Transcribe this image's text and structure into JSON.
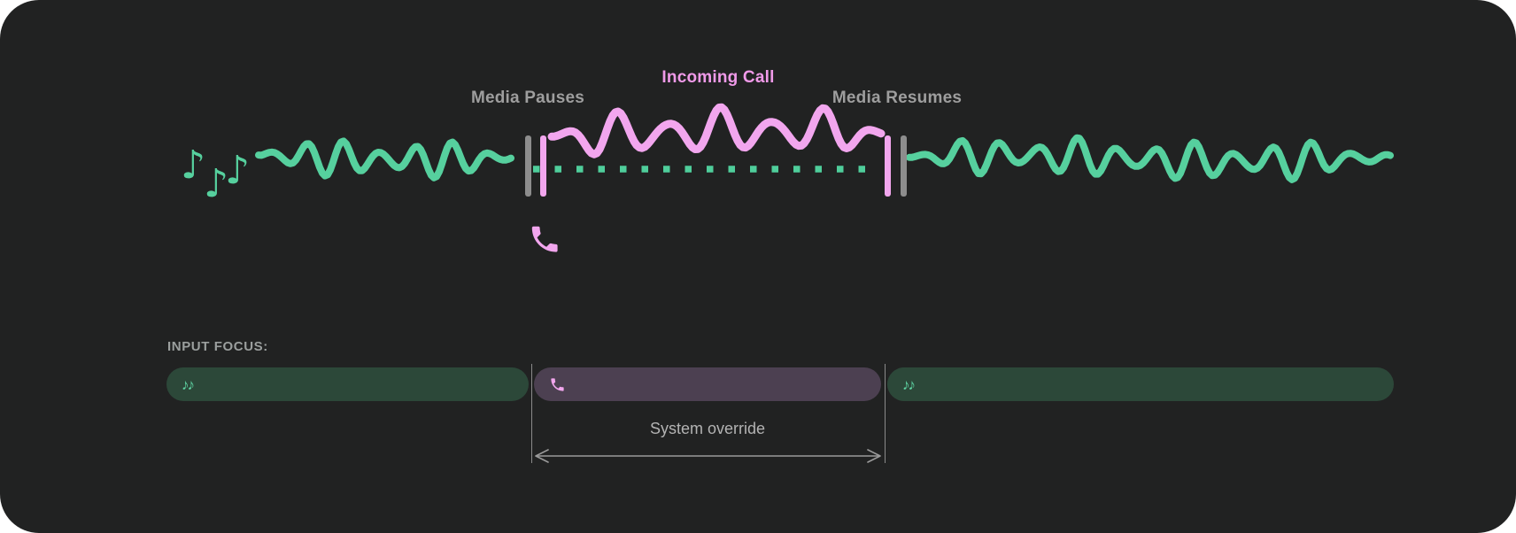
{
  "figure": {
    "description_domain": "audio-focus-timeline-diagram",
    "colors": {
      "panel_background": "#212222",
      "media_green": "#56d09e",
      "media_green_pill": "#2c4839",
      "call_pink": "#f2a6ee",
      "call_pink_pill": "#4c4051",
      "incoming_call_text": "#f09ae9",
      "label_gray": "#9e9e9e",
      "pause_bar_gray": "#8d8d8d",
      "annotation_gray": "#b3b3b3"
    }
  },
  "timeline": {
    "media_pauses_label": "Media Pauses",
    "incoming_call_label": "Incoming Call",
    "media_resumes_label": "Media Resumes",
    "note_glyph": "♪",
    "icons": {
      "left_icon": "music-notes",
      "interrupt_icon": "phone-handset"
    }
  },
  "input_focus": {
    "heading": "INPUT FOCUS:",
    "segments": [
      {
        "kind": "media",
        "icon": "music-notes",
        "glyph": "♪♪"
      },
      {
        "kind": "call",
        "icon": "phone-handset"
      },
      {
        "kind": "media",
        "icon": "music-notes",
        "glyph": "♪♪"
      }
    ],
    "override_label": "System override"
  }
}
